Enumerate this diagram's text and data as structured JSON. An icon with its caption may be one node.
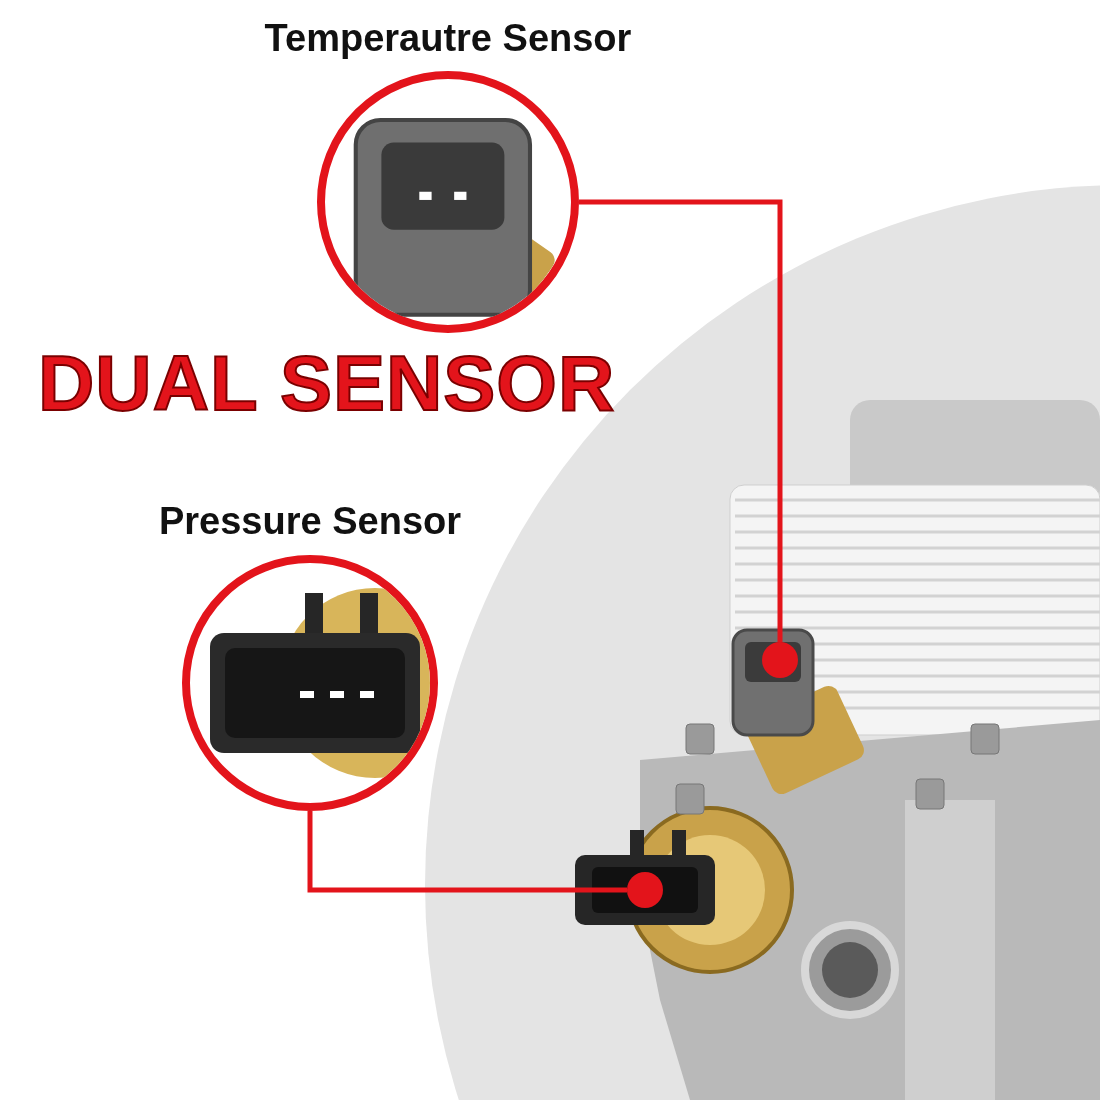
{
  "diagram": {
    "nodes": [
      {
        "text": [
          "Temperautre Sensor"
        ]
      },
      {
        "text": [
          "Pressure Sensor"
        ]
      },
      {
        "text": [],
        "shape": "circle"
      },
      {
        "text": [],
        "shape": "circle"
      }
    ],
    "edges": [
      {
        "from": 0,
        "to": 2,
        "arrow": "none"
      },
      {
        "from": 1,
        "to": 3,
        "arrow": "none"
      }
    ],
    "labels": [
      "DUAL SENSOR"
    ]
  }
}
